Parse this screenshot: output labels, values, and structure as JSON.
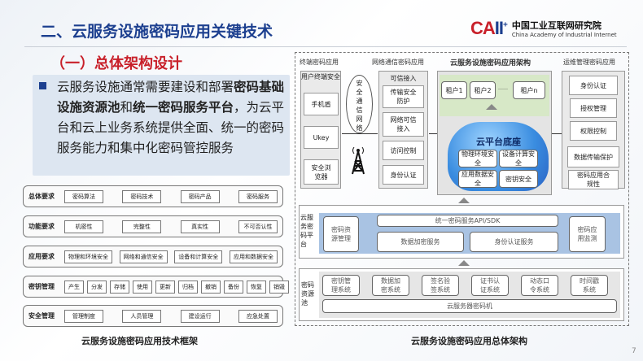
{
  "header": {
    "title": "二、云服务设施密码应用关键技术",
    "logo_mark": "CAII",
    "logo_cn": "中国工业互联网研究院",
    "logo_en": "China Academy of Industrial Internet"
  },
  "subtitle": "（一）总体架构设计",
  "bullet": {
    "t1": "云服务设施通常需要建设和部署",
    "b1": "密码基础设施资源池",
    "t2": "和",
    "b2": "统一密码服务平台",
    "t3": "，为云平台和云上业务系统提供全面、统一的密码服务能力和集中化密码管控服务"
  },
  "framework": {
    "caption": "云服务设施密码应用技术框架",
    "rows": [
      {
        "label": "总体要求",
        "items": [
          "密码算法",
          "密码技术",
          "密码产品",
          "密码服务"
        ]
      },
      {
        "label": "功能要求",
        "items": [
          "机密性",
          "完整性",
          "真实性",
          "不可否认性"
        ]
      },
      {
        "label": "应用要求",
        "items": [
          "物理和环境安全",
          "网络和通信安全",
          "设备和计算安全",
          "应用和数据安全"
        ]
      },
      {
        "label": "密钥管理",
        "items": [
          "产生",
          "分发",
          "存储",
          "使用",
          "更新",
          "归档",
          "撤销",
          "备份",
          "恢复",
          "销毁"
        ]
      },
      {
        "label": "安全管理",
        "items": [
          "管理制度",
          "人员管理",
          "建设运行",
          "应急处置"
        ]
      }
    ]
  },
  "arch": {
    "caption": "云服务设施密码应用总体架构",
    "col_terminal": {
      "title": "终端密码应用",
      "header": "用户终端安全",
      "items": [
        "手机盾",
        "Ukey",
        "安全浏览器"
      ]
    },
    "network_ellipse": "安全通信网络",
    "col_network": {
      "title": "网络通信密码应用",
      "header": "可信接入",
      "items": [
        "传输安全防护",
        "网络可信接入",
        "访问控制",
        "身份认证"
      ]
    },
    "col_cloud": {
      "title": "云服务设施密码应用架构",
      "tenants": [
        "租户1",
        "租户2",
        "……",
        "租户n"
      ],
      "base_title": "云平台底座",
      "base_items": [
        "物理环境安全",
        "设备计算安全",
        "应用数据安全",
        "密钥安全"
      ]
    },
    "col_ops": {
      "title": "运维管理密码应用",
      "items": [
        "身份认证",
        "授权管理",
        "权限控制",
        "数据传输保护",
        "密码应用合规性"
      ]
    },
    "platform": {
      "label": "云服务密码平台",
      "left": "密码资源管理",
      "api": "统一密码服务API/SDK",
      "svc1": "数据加密服务",
      "svc2": "身份认证服务",
      "right": "密码应用监测"
    },
    "pool": {
      "label": "密码资源池",
      "items": [
        "密钥管理系统",
        "数据加密系统",
        "签名验签系统",
        "证书认证系统",
        "动态口令系统",
        "时间戳系统"
      ],
      "base": "云服务器密码机"
    }
  },
  "page_number": "7",
  "colors": {
    "title": "#1c3f8f",
    "accent_red": "#c8202a",
    "platform_blue": "#a9c3e3",
    "tenant_green": "#d7e8c7"
  }
}
